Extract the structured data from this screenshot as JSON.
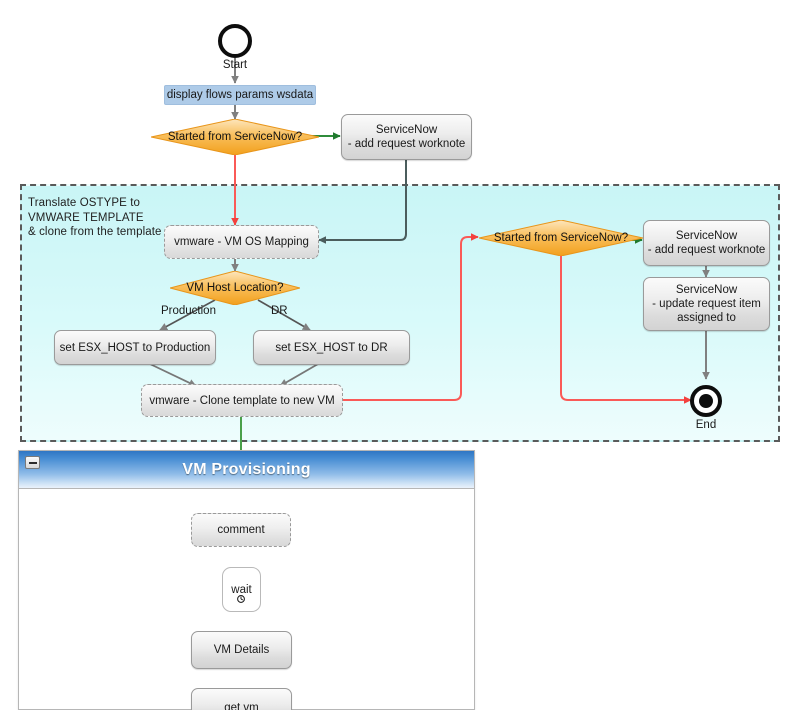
{
  "diagram": {
    "title_panel": "VM Provisioning",
    "group_note": "Translate OSTYPE to\nVMWARE TEMPLATE\n& clone from the template",
    "colors": {
      "flow_green": "#2f8c3b",
      "flow_red": "#fa5a57",
      "flow_gray": "#808080",
      "flow_dark": "#4b5d5d",
      "decision_orange": "#f5a623",
      "group_fill": "#cdf6f6",
      "panel_blue": "#2f76c4",
      "step_blue": "#aecbe8"
    },
    "nodes": {
      "start": "Start",
      "end": "End",
      "display_flows": "display flows params wsdata",
      "decision_started_top": "Started from ServiceNow?",
      "decision_started_right": "Started from ServiceNow?",
      "servicenow_worknote_top": "ServiceNow\n- add request worknote",
      "servicenow_worknote_right": "ServiceNow\n- add request worknote",
      "servicenow_update_item": "ServiceNow\n- update request item\nassigned to",
      "vmware_os_mapping": "vmware - VM OS Mapping",
      "decision_host_location": "VM Host Location?",
      "set_esx_production": "set ESX_HOST to Production",
      "set_esx_dr": "set ESX_HOST to DR",
      "vmware_clone": "vmware - Clone template to new VM",
      "comment": "comment",
      "wait": "wait",
      "vm_details": "VM Details",
      "get_vm": "get vm"
    },
    "edge_labels": {
      "production": "Production",
      "dr": "DR"
    }
  }
}
